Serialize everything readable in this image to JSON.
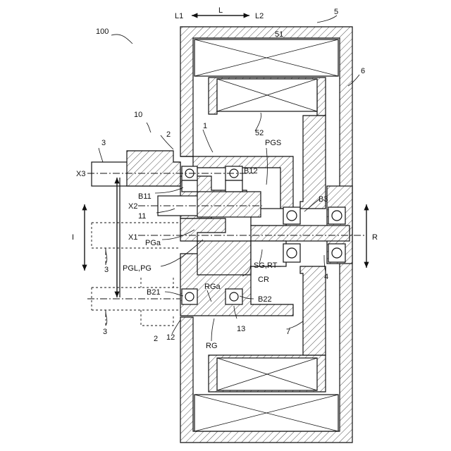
{
  "labels": {
    "ref_100": "100",
    "ref_5": "5",
    "ref_51": "51",
    "ref_6": "6",
    "ref_52": "52",
    "ref_10": "10",
    "ref_1": "1",
    "ref_2_top": "2",
    "ref_2_bottom": "2",
    "ref_3_top": "3",
    "ref_3_mid": "3",
    "ref_3_bottom": "3",
    "ref_4": "4",
    "ref_7": "7",
    "ref_11": "11",
    "ref_12": "12",
    "ref_13": "13",
    "L1": "L1",
    "L": "L",
    "L2": "L2",
    "X1": "X1",
    "X2": "X2",
    "X3": "X3",
    "I": "I",
    "R": "R",
    "B11": "B11",
    "B12": "B12",
    "B21": "B21",
    "B22": "B22",
    "B3": "B3",
    "PGS": "PGS",
    "PGa": "PGa",
    "PGL_PG": "PGL,PG",
    "RGa": "RGa",
    "RG": "RG",
    "CR": "CR",
    "SG_RT": "SG,RT"
  }
}
